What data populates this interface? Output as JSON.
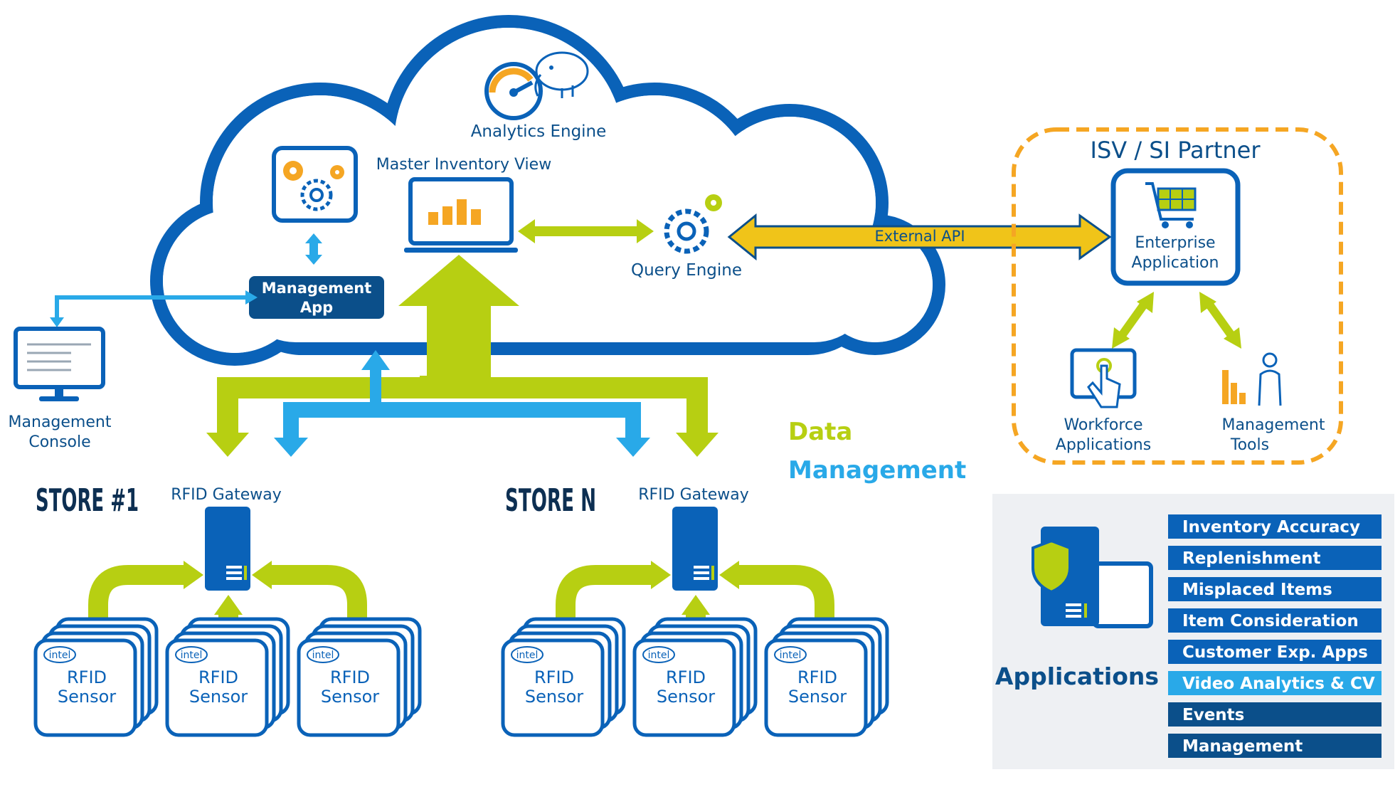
{
  "colors": {
    "cloud_outline": "#0a62b8",
    "dark_blue": "#0b4f8a",
    "lime": "#b7cf12",
    "light_blue": "#29a9e8",
    "gold": "#f0c419",
    "orange_dash": "#f5a623",
    "panel_gray": "#eef0f3"
  },
  "cloud": {
    "analytics_engine": "Analytics Engine",
    "master_inventory_view": "Master Inventory View",
    "query_engine": "Query Engine",
    "management_app_line1": "Management",
    "management_app_line2": "App",
    "external_api": "External API"
  },
  "management_console": {
    "line1": "Management",
    "line2": "Console"
  },
  "data_management": {
    "line1": "Data",
    "line2": "Management"
  },
  "partner": {
    "title": "ISV / SI Partner",
    "enterprise_line1": "Enterprise",
    "enterprise_line2": "Application",
    "workforce_line1": "Workforce",
    "workforce_line2": "Applications",
    "mgmt_tools_line1": "Management",
    "mgmt_tools_line2": "Tools"
  },
  "stores": [
    {
      "name": "STORE #1",
      "gateway": "RFID Gateway",
      "sensors": [
        {
          "brand": "intel",
          "line1": "RFID",
          "line2": "Sensor"
        },
        {
          "brand": "intel",
          "line1": "RFID",
          "line2": "Sensor"
        },
        {
          "brand": "intel",
          "line1": "RFID",
          "line2": "Sensor"
        }
      ]
    },
    {
      "name": "STORE N",
      "gateway": "RFID Gateway",
      "sensors": [
        {
          "brand": "intel",
          "line1": "RFID",
          "line2": "Sensor"
        },
        {
          "brand": "intel",
          "line1": "RFID",
          "line2": "Sensor"
        },
        {
          "brand": "intel",
          "line1": "RFID",
          "line2": "Sensor"
        }
      ]
    }
  ],
  "applications": {
    "title": "Applications",
    "items": [
      {
        "label": "Inventory Accuracy",
        "color": "#0a62b8"
      },
      {
        "label": "Replenishment",
        "color": "#0a62b8"
      },
      {
        "label": "Misplaced Items",
        "color": "#0a62b8"
      },
      {
        "label": "Item Consideration",
        "color": "#0a62b8"
      },
      {
        "label": "Customer Exp. Apps",
        "color": "#0a62b8"
      },
      {
        "label": "Video Analytics & CV",
        "color": "#29a9e8"
      },
      {
        "label": "Events",
        "color": "#0b4f8a"
      },
      {
        "label": "Management",
        "color": "#0b4f8a"
      }
    ]
  }
}
